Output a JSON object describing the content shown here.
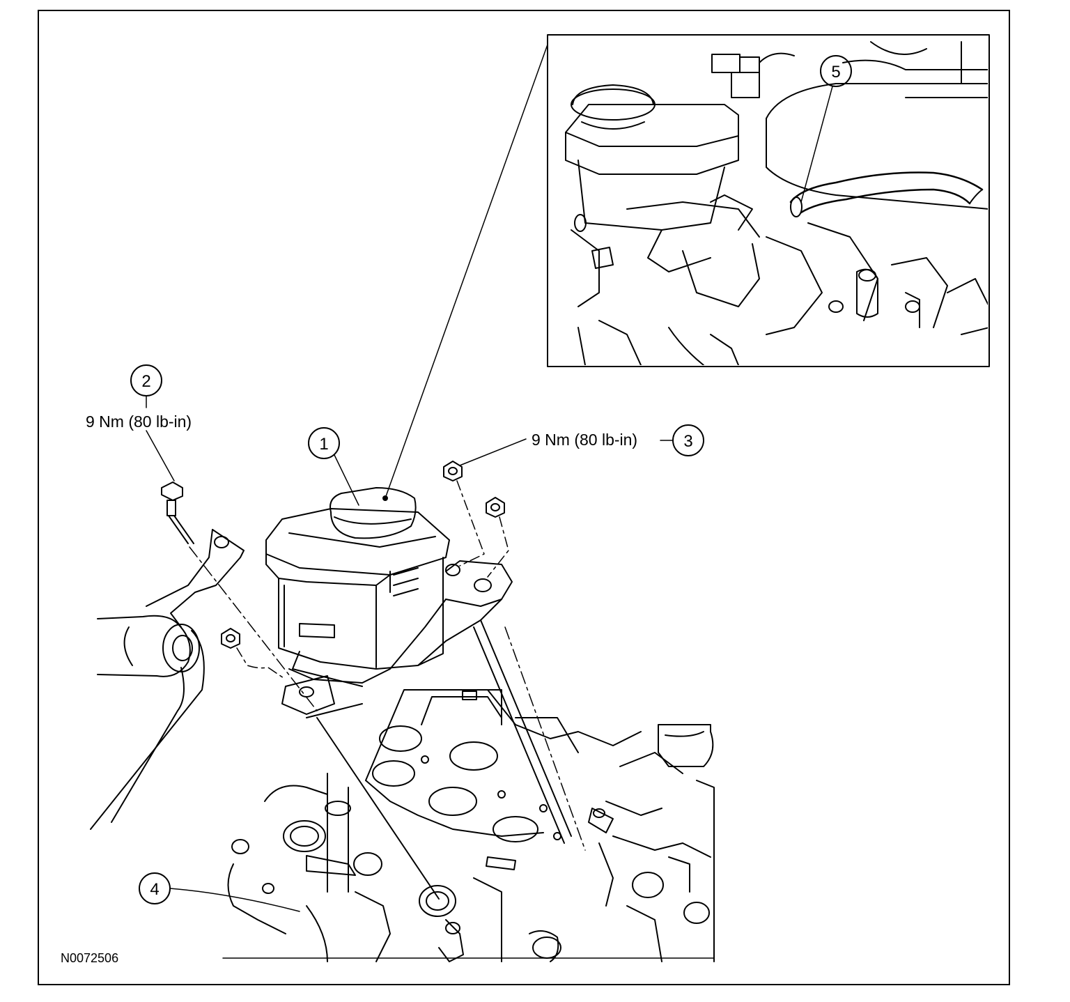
{
  "figure": {
    "figure_id": "N0072506",
    "callouts": [
      {
        "number": "1"
      },
      {
        "number": "2",
        "torque": "9 Nm (80 lb-in)"
      },
      {
        "number": "3",
        "torque": "9 Nm (80 lb-in)"
      },
      {
        "number": "4"
      },
      {
        "number": "5"
      }
    ]
  },
  "colors": {
    "line": "#000000",
    "background": "#ffffff"
  }
}
